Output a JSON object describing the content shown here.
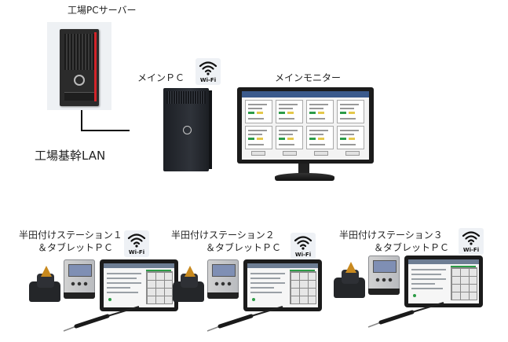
{
  "server": {
    "label": "工場PCサーバー",
    "icon": "tower-server-icon"
  },
  "lan": {
    "label": "工場基幹LAN"
  },
  "main_pc": {
    "label": "メインＰＣ",
    "icon": "desktop-tower-icon",
    "wifi_text": "Wi-Fi"
  },
  "main_monitor": {
    "label": "メインモニター",
    "icon": "monitor-icon"
  },
  "stations": [
    {
      "line1": "半田付けステーション１",
      "line2": "＆タブレットＰＣ",
      "wifi_text": "Wi-Fi"
    },
    {
      "line1": "半田付けステーション２",
      "line2": "＆タブレットＰＣ",
      "wifi_text": "Wi-Fi"
    },
    {
      "line1": "半田付けステーション３",
      "line2": "＆タブレットＰＣ",
      "wifi_text": "Wi-Fi"
    }
  ],
  "colors": {
    "lan_line": "#111111",
    "server_accent": "#d3242a",
    "tablet_accent": "#2b9b45",
    "monitor_title_bar": "#3b5a8c"
  }
}
